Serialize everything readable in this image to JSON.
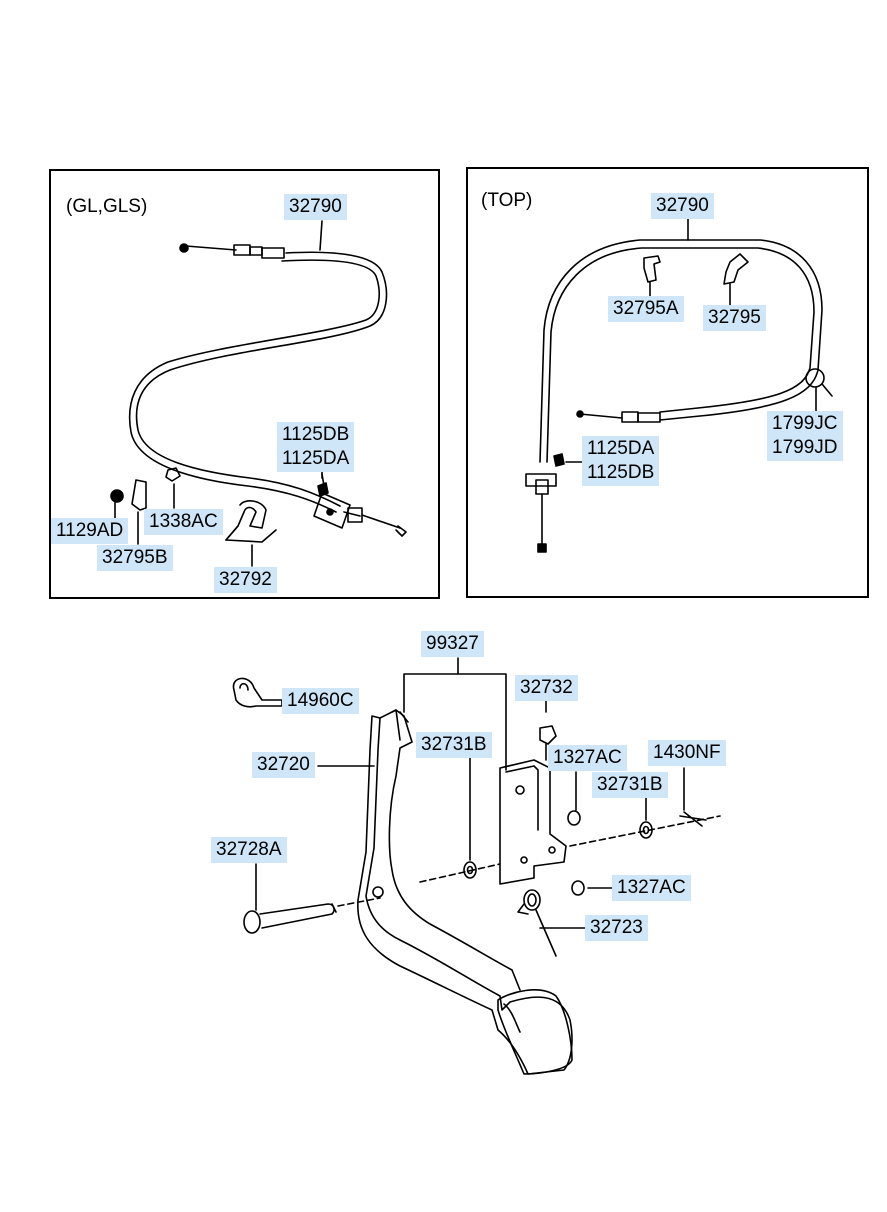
{
  "diagram": {
    "panel_left": {
      "caption": "(GL,GLS)",
      "labels": {
        "cable": "32790",
        "bolt_upper": "1125DB",
        "bolt_lower": "1125DA",
        "screw": "1129AD",
        "nut": "1338AC",
        "bracket": "32795B",
        "clip": "32792"
      }
    },
    "panel_right": {
      "caption": "(TOP)",
      "labels": {
        "cable": "32790",
        "clip_a": "32795A",
        "clip": "32795",
        "clamp_upper": "1799JC",
        "clamp_lower": "1799JD",
        "bolt_upper": "1125DA",
        "bolt_lower": "1125DB"
      }
    },
    "pedal_assembly": {
      "labels": {
        "pad_kit": "99327",
        "stopper": "32732",
        "clamp": "14960C",
        "bushing_left": "32731B",
        "pedal_arm": "32720",
        "nut_upper": "1327AC",
        "bolt": "1430NF",
        "bushing_right": "32731B",
        "pin": "32728A",
        "nut_lower": "1327AC",
        "spring": "32723"
      }
    }
  }
}
